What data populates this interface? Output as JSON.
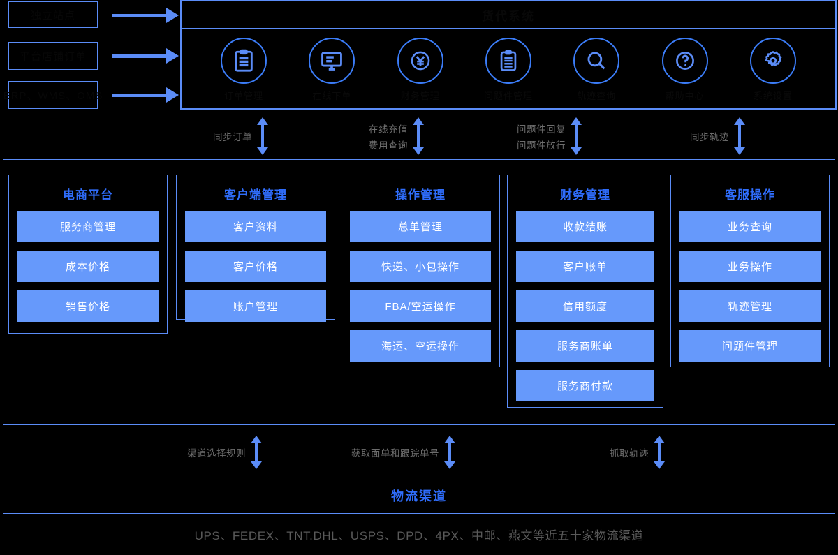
{
  "sources": [
    {
      "label": "独立站点"
    },
    {
      "label": "平台店铺订单"
    },
    {
      "label": "ERP、WMS、OMS"
    }
  ],
  "header": {
    "title": "货代系统",
    "icons": [
      {
        "name": "clipboard-icon",
        "label": "订单管理"
      },
      {
        "name": "monitor-icon",
        "label": "在线下单"
      },
      {
        "name": "yen-currency-icon",
        "label": "财务管理"
      },
      {
        "name": "clipboard-list-icon",
        "label": "问题件管理"
      },
      {
        "name": "search-icon",
        "label": "轨迹查询"
      },
      {
        "name": "question-mark-icon",
        "label": "帮助中心"
      },
      {
        "name": "gear-icon",
        "label": "系统设置"
      }
    ]
  },
  "top_connectors": [
    {
      "lines": [
        "同步订单"
      ]
    },
    {
      "lines": [
        "在线充值",
        "费用查询"
      ]
    },
    {
      "lines": [
        "问题件回复",
        "问题件放行"
      ]
    },
    {
      "lines": [
        "同步轨迹"
      ]
    }
  ],
  "columns": [
    {
      "title": "电商平台",
      "items": [
        "服务商管理",
        "成本价格",
        "销售价格"
      ]
    },
    {
      "title": "客户端管理",
      "items": [
        "客户资料",
        "客户价格",
        "账户管理"
      ]
    },
    {
      "title": "操作管理",
      "items": [
        "总单管理",
        "快递、小包操作",
        "FBA/空运操作",
        "海运、空运操作"
      ]
    },
    {
      "title": "财务管理",
      "items": [
        "收款结账",
        "客户账单",
        "信用额度",
        "服务商账单",
        "服务商付款"
      ]
    },
    {
      "title": "客服操作",
      "items": [
        "业务查询",
        "业务操作",
        "轨迹管理",
        "问题件管理"
      ]
    }
  ],
  "bottom_connectors": [
    {
      "lines": [
        "渠道选择规则"
      ]
    },
    {
      "lines": [
        "获取面单和跟踪单号"
      ]
    },
    {
      "lines": [
        "抓取轨迹"
      ]
    }
  ],
  "bottom": {
    "title": "物流渠道",
    "carriers": "UPS、FEDEX、TNT.DHL、USPS、DPD、4PX、中邮、燕文等近五十家物流渠道"
  },
  "colors": {
    "accent": "#5b8cf7",
    "chip": "#6699fb",
    "title_blue": "#2f6dfb",
    "background": "#000000",
    "muted_text": "#6d6d6d"
  }
}
